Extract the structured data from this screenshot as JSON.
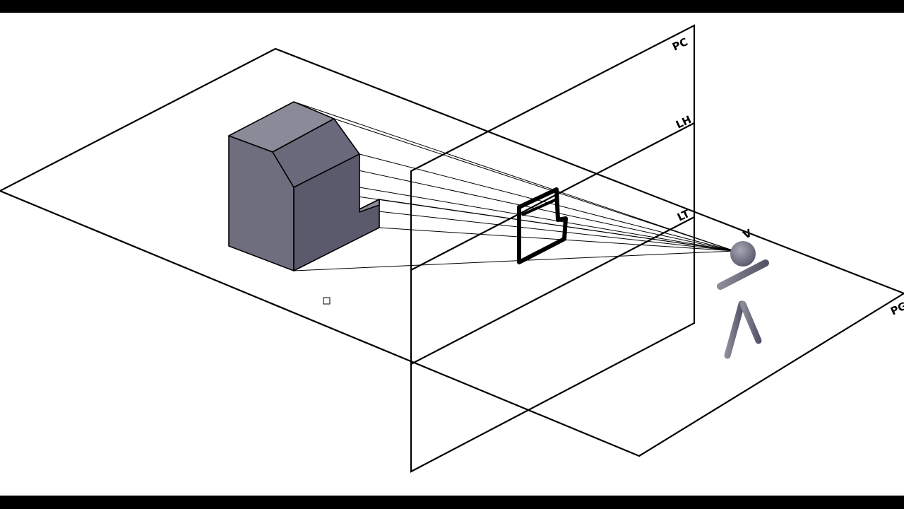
{
  "diagram": {
    "plane_labels": {
      "picture_plane": "PC",
      "horizon_line": "LH",
      "ground_line": "LT",
      "viewpoint": "V",
      "ground_plane": "PG"
    }
  },
  "colors": {
    "background": "#ffffff",
    "frame": "#000000",
    "line": "#000000",
    "box_front": "#6c6c7c",
    "box_side": "#5b5b6d",
    "box_top": "#8a8a98",
    "figure": "#6a6a78"
  }
}
